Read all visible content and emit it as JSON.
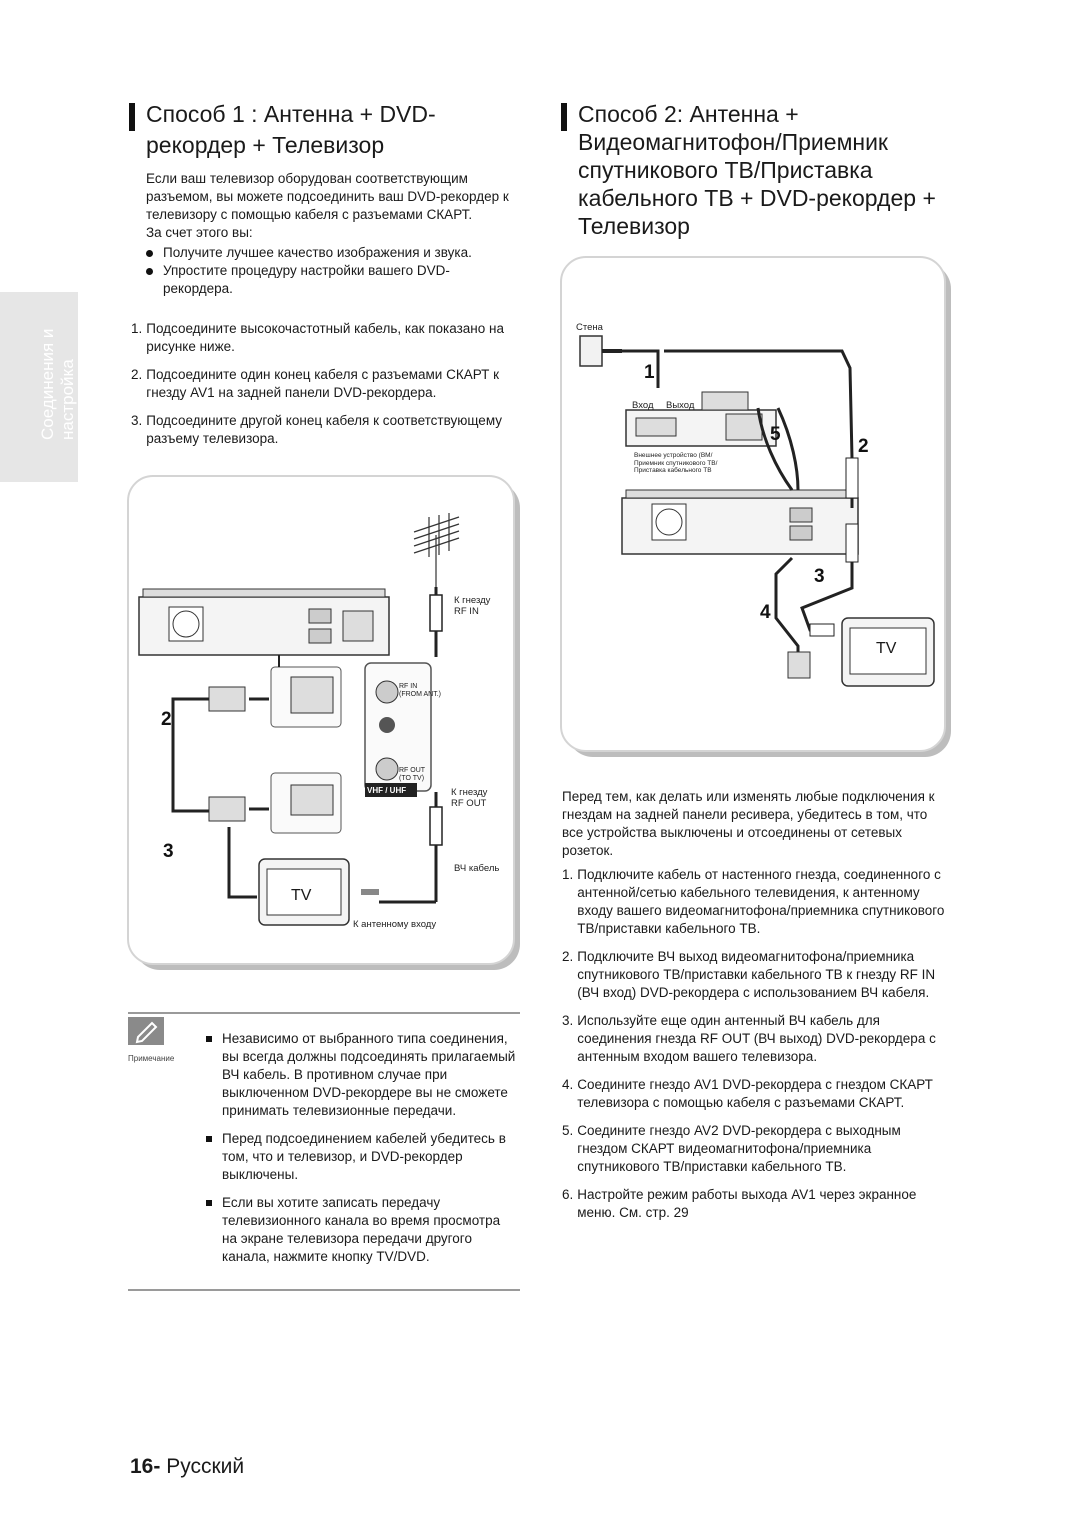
{
  "side_tab": {
    "line1": "Соединения и",
    "line2": "настройка"
  },
  "left": {
    "title_line1": "Способ 1 : Антенна + DVD-",
    "title_line2": "рекордер + Телевизор",
    "intro": "Если ваш телевизор оборудован соответствующим разъемом, вы можете подсоединить ваш DVD-рекордер к телевизору с помощью кабеля с разъемами СКАРТ.",
    "because": "За счет этого вы:",
    "bullets": [
      "Получите лучшее качество изображения и звука.",
      "Упростите процедуру настройки вашего DVD-рекордера."
    ],
    "steps": [
      {
        "n": "1.",
        "text": "Подсоедините высокочастотный кабель, как показано на рисунке ниже."
      },
      {
        "n": "2.",
        "text": "Подсоедините один конец кабеля с разъемами СКАРТ к гнезду AV1 на задней панели DVD-рекордера."
      },
      {
        "n": "3.",
        "text": "Подсоедините другой конец кабеля к соответствующему разъему телевизора."
      }
    ],
    "diagram": {
      "label_rf_in": [
        "К гнезду",
        "RF IN"
      ],
      "label_rf_out": [
        "К гнезду",
        "RF OUT"
      ],
      "label_cable": "ВЧ кабель",
      "label_ant_input": "К антенному входу",
      "tv": "TV",
      "vhf_uhf": "VHF / UHF",
      "rf_in_small": [
        "RF IN",
        "(FROM ANT.)"
      ],
      "rf_out_small": [
        "RF OUT",
        "(TO TV)"
      ],
      "num2": "2",
      "num3": "3"
    },
    "note": {
      "label": "Примечание",
      "items": [
        "Независимо от выбранного типа соединения, вы всегда должны подсоединять прилагаемый ВЧ кабель. В противном случае при выключенном DVD-рекордере вы не сможете принимать телевизионные передачи.",
        "Перед подсоединением кабелей убедитесь в том, что и телевизор, и DVD-рекордер выключены.",
        "Если вы хотите записать передачу телевизионного канала во время просмотра на экране телевизора передачи другого канала, нажмите кнопку TV/DVD."
      ]
    }
  },
  "right": {
    "title_lines": [
      "Способ 2: Антенна +",
      "Видеомагнитофон/Приемник",
      "спутникового ТВ/Приставка",
      "кабельного ТВ + DVD-рекордер +",
      "Телевизор"
    ],
    "diagram": {
      "wall": "Стена",
      "in": "Вход",
      "out": "Выход",
      "ext_device": [
        "Внешнее устройство (ВМ/",
        "Приемник спутникового ТВ/",
        "Приставка кабельного ТВ"
      ],
      "tv": "TV",
      "n1": "1",
      "n2": "2",
      "n3": "3",
      "n4": "4",
      "n5": "5"
    },
    "intro": "Перед тем, как делать или изменять любые подключения к гнездам на задней панели ресивера, убедитесь в том, что все устройства выключены и отсоединены от сетевых розеток.",
    "steps": [
      {
        "n": "1.",
        "text": "Подключите кабель от настенного гнезда, соединенного с антенной/сетью кабельного телевидения, к антенному входу вашего видеомагнитофона/приемника спутникового ТВ/приставки кабельного ТВ."
      },
      {
        "n": "2.",
        "text": "Подключите ВЧ выход видеомагнитофона/приемника спутникового ТВ/приставки кабельного ТВ к гнезду RF IN (ВЧ вход) DVD-рекордера с использованием ВЧ кабеля."
      },
      {
        "n": "3.",
        "text": "Используйте еще один антенный ВЧ кабель для соединения гнезда RF OUT (ВЧ выход) DVD-рекордера с антенным входом вашего телевизора."
      },
      {
        "n": "4.",
        "text": "Соедините гнездо AV1 DVD-рекордера с гнездом СКАРТ телевизора с помощью кабеля с разъемами СКАРТ."
      },
      {
        "n": "5.",
        "text": "Соедините гнездо AV2 DVD-рекордера с выходным гнездом СКАРТ видеомагнитофона/приемника спутникового ТВ/приставки кабельного ТВ."
      },
      {
        "n": "6.",
        "text": "Настройте режим работы выхода AV1 через экранное меню. См. стр. 29"
      }
    ]
  },
  "footer": {
    "page_number": "16-",
    "language": "Русский"
  }
}
